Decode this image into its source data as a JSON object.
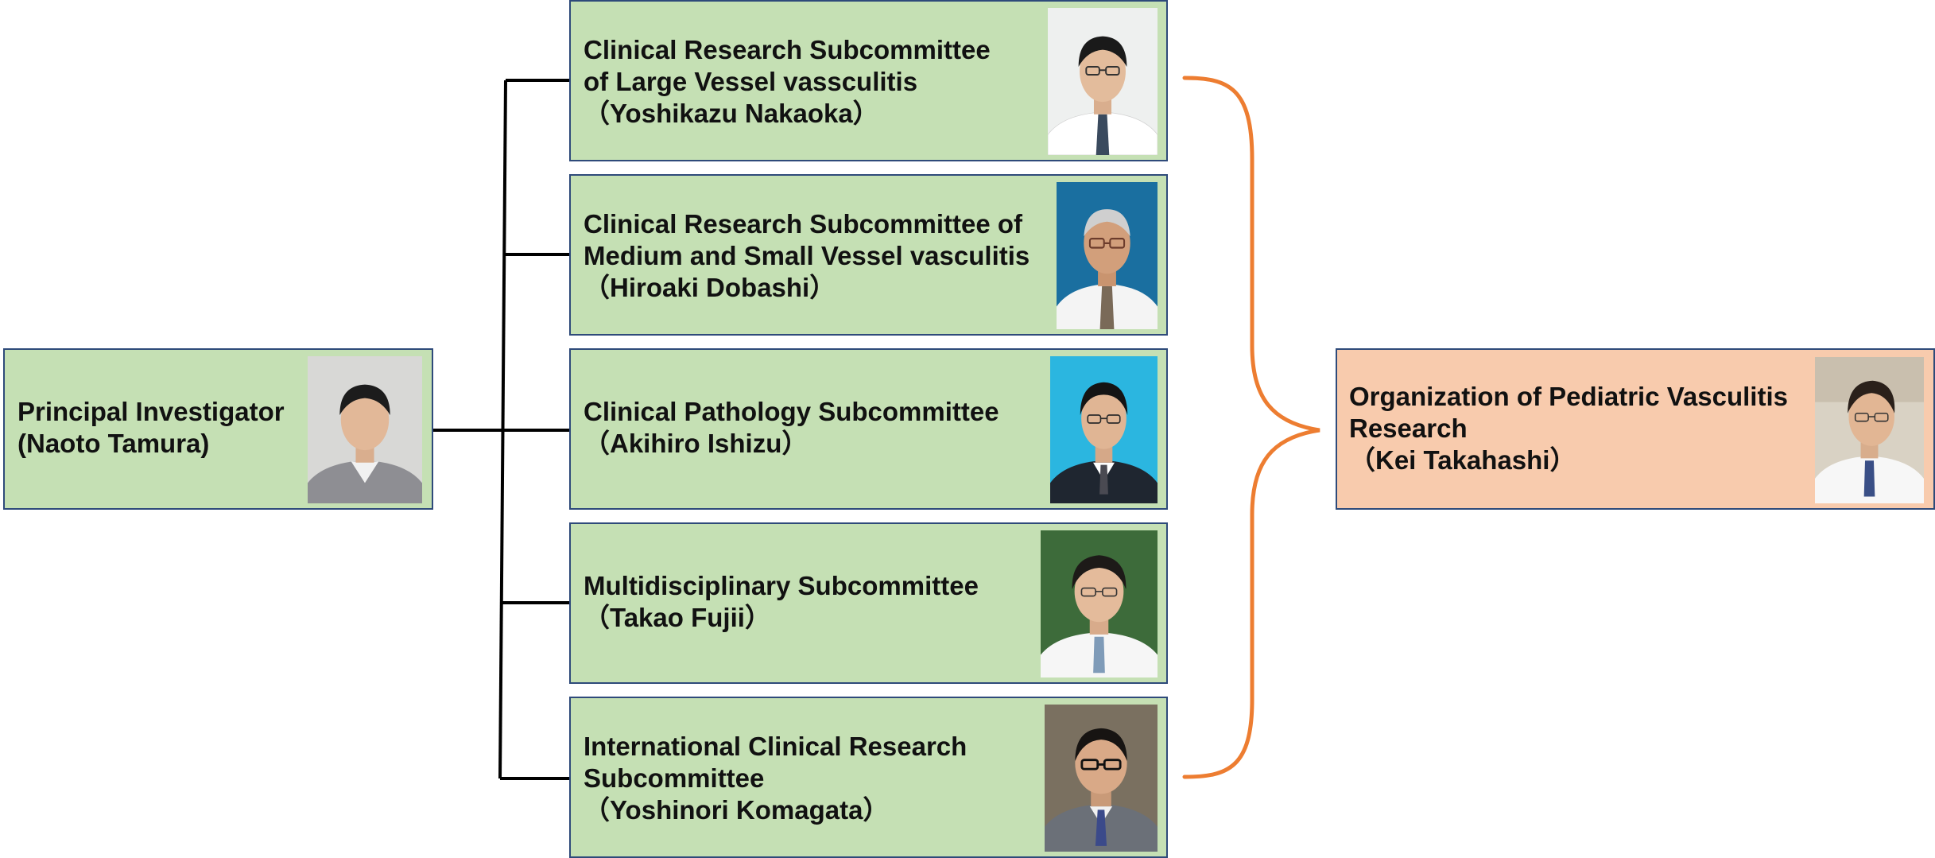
{
  "principal": {
    "lines": [
      "Principal Investigator",
      "(Naoto Tamura)"
    ],
    "photo": "portrait-icon"
  },
  "subcommittees": [
    {
      "lines": [
        "Clinical Research Subcommittee",
        "of Large Vessel vassculitis",
        "（Yoshikazu Nakaoka）"
      ],
      "photo": "portrait-icon"
    },
    {
      "lines": [
        "Clinical Research Subcommittee of",
        "Medium and Small Vessel vasculitis",
        "（Hiroaki Dobashi）"
      ],
      "photo": "portrait-icon"
    },
    {
      "lines": [
        "Clinical Pathology Subcommittee",
        "（Akihiro Ishizu）"
      ],
      "photo": "portrait-icon"
    },
    {
      "lines": [
        "Multidisciplinary Subcommittee",
        "（Takao Fujii）"
      ],
      "photo": "portrait-icon"
    },
    {
      "lines": [
        "International Clinical Research",
        "Subcommittee",
        "（Yoshinori Komagata）"
      ],
      "photo": "portrait-icon"
    }
  ],
  "pediatric": {
    "lines": [
      "Organization of Pediatric Vasculitis",
      "Research",
      "（Kei Takahashi）"
    ],
    "photo": "portrait-icon"
  },
  "colors": {
    "green_box": "#c5e0b4",
    "peach_box": "#f8cbad",
    "box_border": "#2e4a7a",
    "tree_line": "#000000",
    "brace": "#ed7d31"
  }
}
